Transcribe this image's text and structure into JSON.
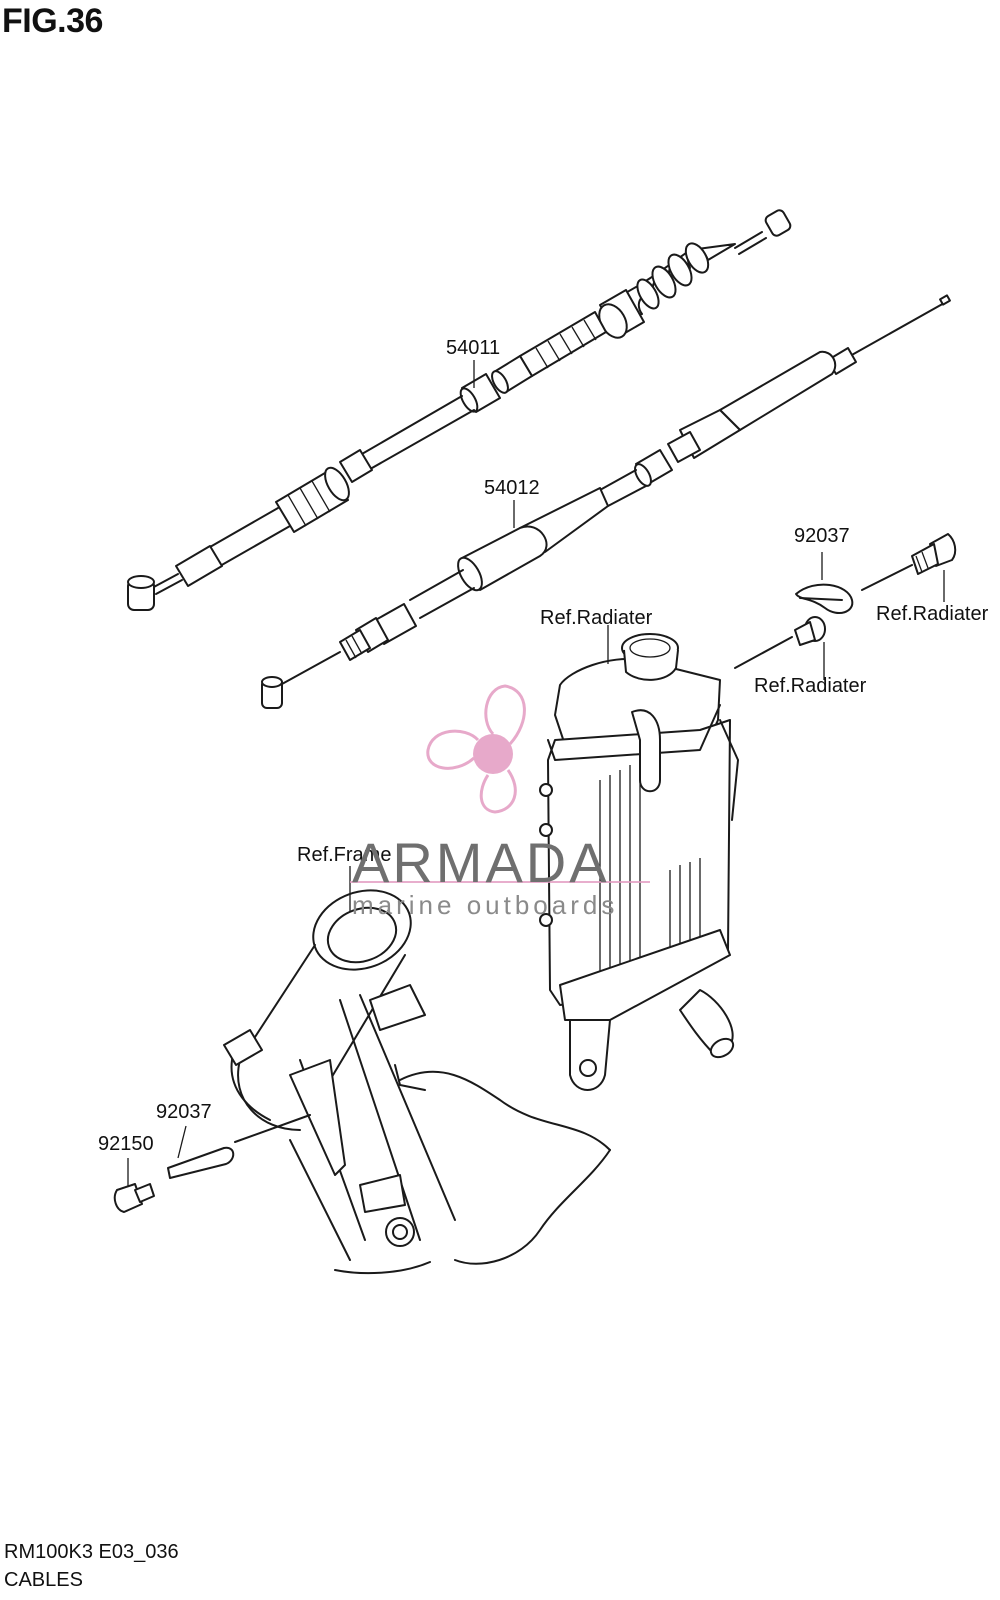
{
  "figure": {
    "title": "FIG.36"
  },
  "callouts": {
    "p54011": "54011",
    "p54012": "54012",
    "p92037_top": "92037",
    "ref_radiater_top": "Ref.Radiater",
    "ref_radiater_right": "Ref.Radiater",
    "ref_radiater_mid": "Ref.Radiater",
    "ref_frame": "Ref.Frame",
    "p92037_bottom": "92037",
    "p92150": "92150"
  },
  "footer": {
    "code": "RM100K3 E03_036",
    "section": "CABLES"
  },
  "watermark": {
    "brand": "ARMADA",
    "tagline": "marine outboards",
    "logo_icon": "propeller-icon",
    "color": "#e39bc1"
  }
}
